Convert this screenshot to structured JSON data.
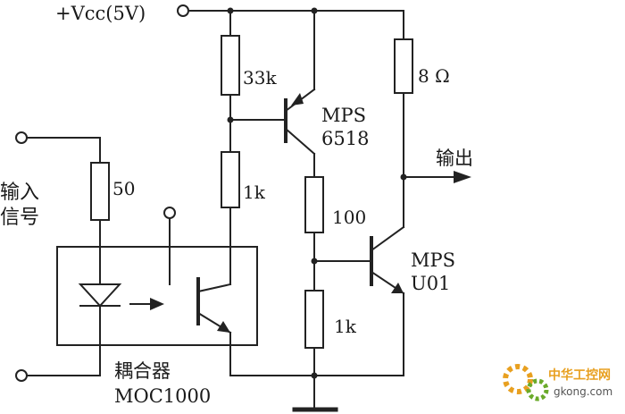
{
  "labels": {
    "vcc": "+Vcc(5V)",
    "r1": "33k",
    "q1_name": "MPS",
    "q1_part": "6518",
    "r_load": "8 Ω",
    "output": "输出",
    "input_line1": "输入",
    "input_line2": "信号",
    "r_in": "50",
    "r2": "1k",
    "r3": "100",
    "q2_name": "MPS",
    "q2_part": "U01",
    "r4": "1k",
    "coupler_name": "耦合器",
    "coupler_part": "MOC1000"
  },
  "watermark": {
    "line1": "中华工控网",
    "line2": "gkong.com",
    "color_primary": "#e8a020",
    "color_secondary": "#6aaa2a"
  }
}
